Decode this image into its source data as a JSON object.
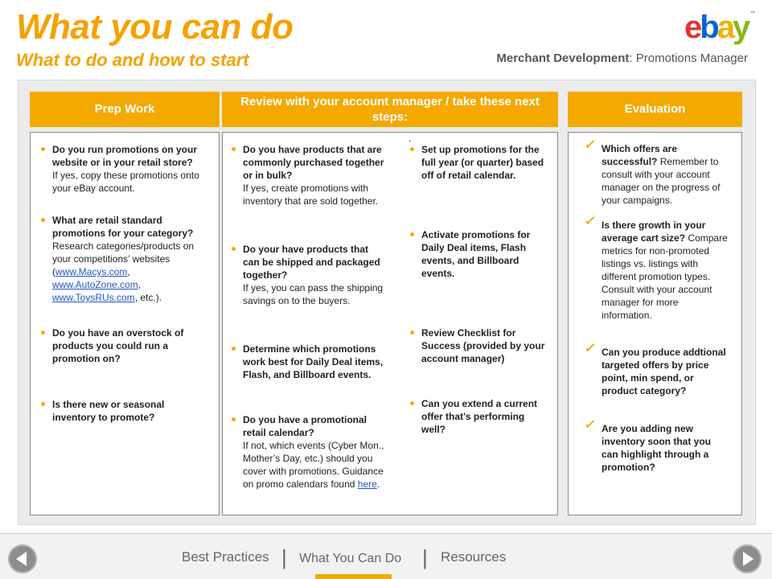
{
  "header": {
    "title": "What you can do",
    "subtitle": "What to do and how to start",
    "logo": {
      "letters": [
        "e",
        "b",
        "a",
        "y"
      ],
      "colors": [
        "#e53238",
        "#0064d2",
        "#f5af02",
        "#86b817"
      ],
      "tm": "™"
    },
    "byline_bold": "Merchant Development",
    "byline_rest": ": Promotions Manager"
  },
  "columns": {
    "prep": {
      "heading": "Prep Work",
      "items": [
        {
          "q": "Do you run promotions on your website or in your retail store?",
          "a": "If yes,  copy these promotions onto your eBay account."
        },
        {
          "q": "What are retail standard promotions for your category?",
          "a_before": " Research categories/products on your competitions’ websites (",
          "links": [
            "www.Macys.com",
            "www.AutoZone.com",
            "www.ToysRUs.com"
          ],
          "a_after": ", etc.)."
        },
        {
          "q": "Do you have an overstock of products you could run a promotion on?",
          "a": ""
        },
        {
          "q": "Is there new or seasonal inventory to promote?",
          "a": ""
        }
      ]
    },
    "review": {
      "heading": "Review with your account manager / take these next steps:",
      "left_items": [
        {
          "q": "Do you have products that are commonly purchased together or in bulk?",
          "a": "If yes, create promotions with inventory that are  sold together."
        },
        {
          "q": "Do your have products that can be shipped and packaged together?",
          "a": "If yes, you can pass the shipping savings on to the buyers."
        },
        {
          "q": "Determine which promotions work best for Daily Deal items, Flash, and Billboard events.",
          "a": ""
        },
        {
          "q": "Do you have a promotional retail calendar?",
          "a": "If not, which events (Cyber Mon., Mother’s Day, etc.) should you cover with promotions. Guidance on promo calendars found ",
          "link": "here",
          "a_end": "."
        }
      ],
      "dot": ".",
      "right_items": [
        {
          "q": "Set up promotions for the full year (or quarter) based off of retail calendar."
        },
        {
          "q": "Activate promotions for Daily Deal items, Flash events, and Billboard events."
        },
        {
          "q": "Review Checklist for Success (provided by your account manager)"
        },
        {
          "q": "Can you extend a current offer that’s performing well?"
        }
      ]
    },
    "evaluation": {
      "heading": "Evaluation",
      "check": "✓",
      "items": [
        {
          "q": "Which offers are successful?",
          "a": " Remember to consult with your account manager on the progress of your campaigns."
        },
        {
          "q": "Is there growth in your average cart size?",
          "a": " Compare metrics for non-promoted listings vs. listings with different promotion types.  Consult with your account manager for more information."
        },
        {
          "q": "Can you produce addtional targeted offers by price point, min spend, or product category?",
          "a": ""
        },
        {
          "q": "Are you adding new inventory soon that you can highlight through a promotion?",
          "a": ""
        }
      ]
    }
  },
  "footer": {
    "tabs": [
      "Best Practices",
      "What You Can Do",
      "Resources"
    ],
    "separator": "|",
    "active_tab": "What You Can Do",
    "accent_color": "#f4a900"
  }
}
